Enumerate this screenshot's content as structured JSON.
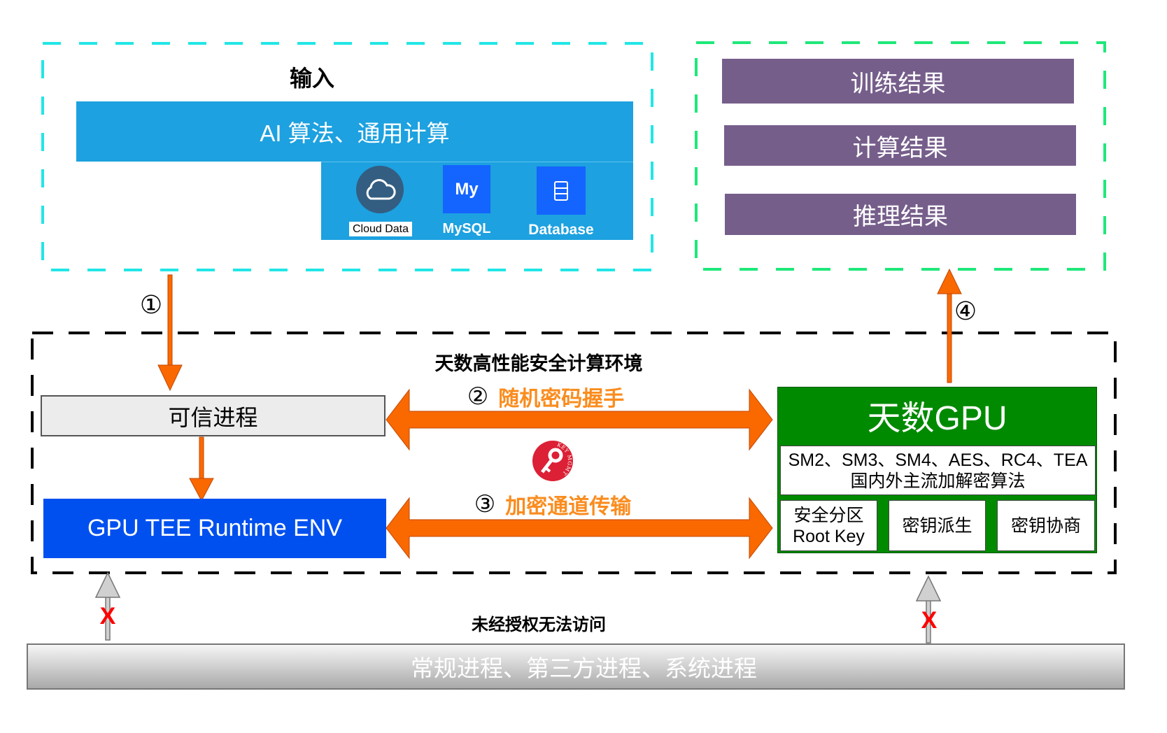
{
  "input": {
    "title": "输入",
    "algo_bar": "AI 算法、通用计算",
    "sources": [
      {
        "label": "Cloud Data",
        "icon": "cloud-icon"
      },
      {
        "label": "MySQL",
        "icon_text": "My"
      },
      {
        "label": "Database",
        "icon": "server-icon"
      }
    ]
  },
  "results": [
    "训练结果",
    "计算结果",
    "推理结果"
  ],
  "env": {
    "title": "天数高性能安全计算环境",
    "trusted_process": "可信进程",
    "runtime": "GPU TEE Runtime ENV",
    "gpu": {
      "title": "天数GPU",
      "algorithms_line1": "SM2、SM3、SM4、AES、RC4、TEA",
      "algorithms_line2": "国内外主流加解密算法",
      "modules": [
        {
          "line1": "安全分区",
          "line2": "Root Key"
        },
        {
          "line1": "密钥派生"
        },
        {
          "line1": "密钥协商"
        }
      ]
    },
    "handshake": {
      "num": "②",
      "label": "随机密码握手"
    },
    "transfer": {
      "num": "③",
      "label": "加密通道传输"
    },
    "key_badge": "KEY MGMT"
  },
  "steps": {
    "one": "①",
    "four": "④"
  },
  "unauthorized": {
    "label": "未经授权无法访问",
    "deny_mark": "X"
  },
  "other_processes": "常规进程、第三方进程、系统进程",
  "colors": {
    "cyan": "#22e6e6",
    "green_dash": "#1ee87a",
    "blue": "#1da1e0",
    "purple": "#765e8b",
    "gpu_green": "#008a00",
    "tee_blue": "#0050ef",
    "orange": "#fa6800"
  }
}
